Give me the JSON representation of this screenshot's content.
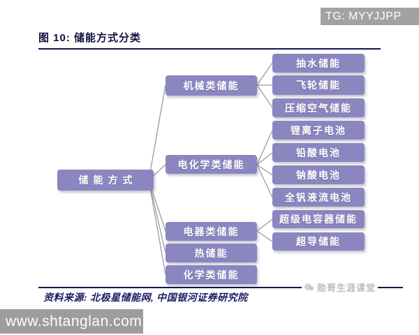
{
  "header": {
    "tg_badge": "TG: MYYJJPP",
    "figure_title": "图 10: 储能方式分类"
  },
  "tree": {
    "root": {
      "label": "储能方式"
    },
    "branches": [
      {
        "label": "机械类储能",
        "children": [
          "抽水储能",
          "飞轮储能",
          "压缩空气储能"
        ]
      },
      {
        "label": "电化学类储能",
        "children": [
          "锂离子电池",
          "铅酸电池",
          "钠酸电池",
          "全钒液流电池"
        ]
      },
      {
        "label": "电器类储能",
        "children": [
          "超级电容器储能",
          "超导储能"
        ]
      },
      {
        "label": "热储能",
        "children": []
      },
      {
        "label": "化学类储能",
        "children": []
      }
    ]
  },
  "footer": {
    "source_note": "资料来源: 北极星储能网, 中国银河证券研究院",
    "logo_text": "勋哥生涯课堂",
    "site_url": "www.shtanglan.com"
  },
  "colors": {
    "node_fill": "#8b85c0",
    "navy_rule": "#15154e",
    "badge_gray": "#a2a2a2",
    "connector_gray": "#9b9b9b"
  }
}
